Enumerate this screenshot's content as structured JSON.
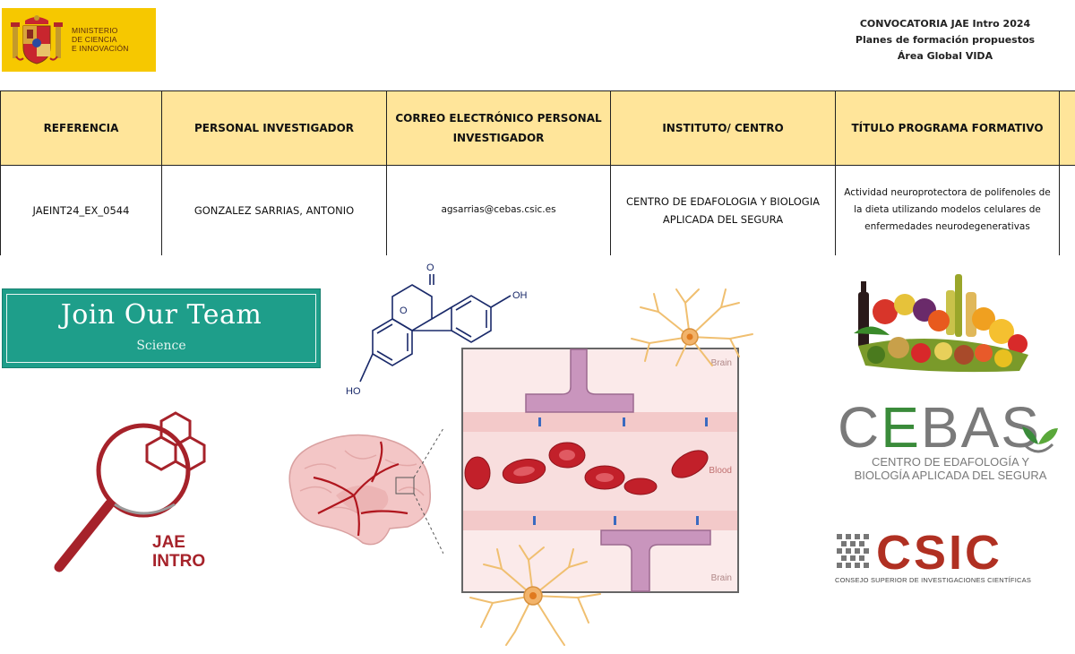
{
  "header": {
    "ministry_lines": [
      "MINISTERIO",
      "DE CIENCIA",
      "E INNOVACIÓN"
    ],
    "convocatoria": "CONVOCATORIA JAE Intro 2024",
    "planes": "Planes de formación propuestos",
    "area": "Área Global VIDA"
  },
  "table": {
    "headers": {
      "referencia": "REFERENCIA",
      "personal": "PERSONAL INVESTIGADOR",
      "correo": "CORREO ELECTRÓNICO PERSONAL INVESTIGADOR",
      "instituto": "INSTITUTO/ CENTRO",
      "titulo": "TÍTULO PROGRAMA FORMATIVO"
    },
    "row": {
      "referencia": "JAEINT24_EX_0544",
      "personal": "GONZALEZ SARRIAS, ANTONIO",
      "correo": "agsarrias@cebas.csic.es",
      "instituto": "CENTRO DE EDAFOLOGIA Y BIOLOGIA APLICADA DEL SEGURA",
      "titulo": "Actividad neuroprotectora de polifenoles de la dieta utilizando modelos celulares de enfermedades neurodegenerativas"
    }
  },
  "join_banner": {
    "title": "Join Our Team",
    "subtitle": "Science"
  },
  "molecule": {
    "oxygen": "O",
    "hydroxyl_top": "OH",
    "hydroxyl_left": "HO"
  },
  "jae_logo": {
    "line1": "JAE",
    "line2": "INTRO"
  },
  "bbb_labels": {
    "top": "Brain",
    "middle": "Blood",
    "bottom": "Brain"
  },
  "cebas_logo": {
    "word_c": "C",
    "word_e": "E",
    "word_rest": "BAS",
    "sub1": "CENTRO DE EDAFOLOGÍA Y",
    "sub2": "BIOLOGÍA APLICADA DEL SEGURA"
  },
  "csic_logo": {
    "word": "CSIC",
    "caption": "CONSEJO SUPERIOR DE INVESTIGACIONES CIENTÍFICAS"
  },
  "colors": {
    "ministry_yellow": "#f6c800",
    "table_header": "#ffe59a",
    "join_teal": "#1e9e8a",
    "jae_red": "#a6222a",
    "cebas_green": "#3a8b3a",
    "csic_red": "#b03022"
  }
}
